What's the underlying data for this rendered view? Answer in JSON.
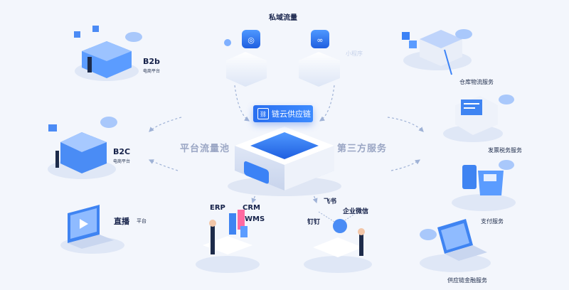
{
  "center": {
    "label": "链云供应链",
    "icon": "link-icon"
  },
  "top": {
    "title": "私域流量",
    "miniapp_label": "小程序"
  },
  "flow_left": "平台流量池",
  "flow_right": "第三方服务",
  "left_nodes": [
    {
      "title": "B2b",
      "subtitle": "电商平台"
    },
    {
      "title": "B2C",
      "subtitle": "电商平台"
    },
    {
      "title": "直播",
      "subtitle": "平台"
    }
  ],
  "right_nodes": [
    {
      "label": "仓库物流服务"
    },
    {
      "label": "发票税务服务"
    },
    {
      "label": "支付服务"
    },
    {
      "label": "供应链金融服务"
    }
  ],
  "bottom_left": {
    "erp": "ERP",
    "crm": "CRM",
    "wms": "WMS"
  },
  "bottom_right": {
    "feishu": "飞书",
    "wecom": "企业微信",
    "dingtalk": "钉钉"
  },
  "colors": {
    "accent": "#2a6ff0",
    "background": "#f3f6fc",
    "text": "#1d2b4a"
  }
}
